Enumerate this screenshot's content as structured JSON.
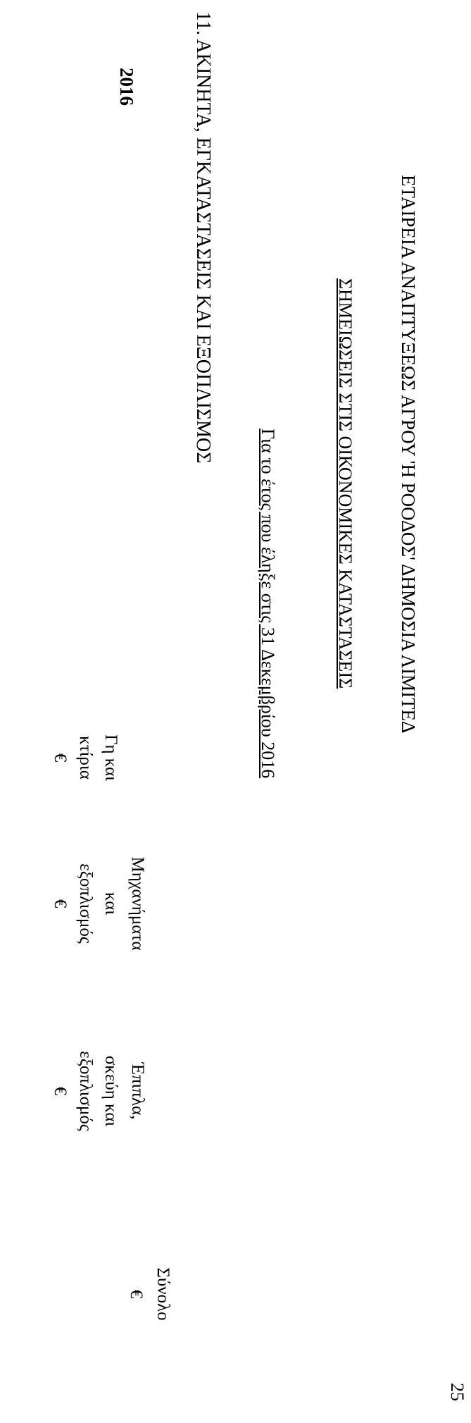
{
  "page_number": "25",
  "company_title": "ΕΤΑΙΡΕΙΑ ΑΝΑΠΤΥΞΕΩΣ ΑΓΡΟΥ 'Η ΡΟΟΔΟΣ' ΔΗΜΟΣΙΑ ΛΙΜΙΤΕΔ",
  "notes_title": "ΣΗΜΕΙΩΣΕΙΣ ΣΤΙΣ ΟΙΚΟΝΟΜΙΚΕΣ ΚΑΤΑΣΤΑΣΕΙΣ",
  "period": "Για το έτος που έληξε στις 31 Δεκεμβρίου 2016",
  "section_heading": "11. ΑΚΙΝΗΤΑ, ΕΓΚΑΤΑΣΤΑΣΕΙΣ ΚΑΙ ΕΞΟΠΛΙΣΜΟΣ",
  "year": "2016",
  "columns": [
    {
      "line1": "",
      "line2": "Γη και",
      "line3": "κτίρια",
      "currency": "€"
    },
    {
      "line1": "Μηχανήματα",
      "line2": "και",
      "line3": "εξοπλισμός",
      "currency": "€"
    },
    {
      "line1": "Έπιπλα,",
      "line2": "σκεύη και",
      "line3": "εξοπλισμός",
      "currency": "€"
    },
    {
      "line1": "",
      "line2": "",
      "line3": "Σύνολο",
      "currency": "€"
    }
  ]
}
